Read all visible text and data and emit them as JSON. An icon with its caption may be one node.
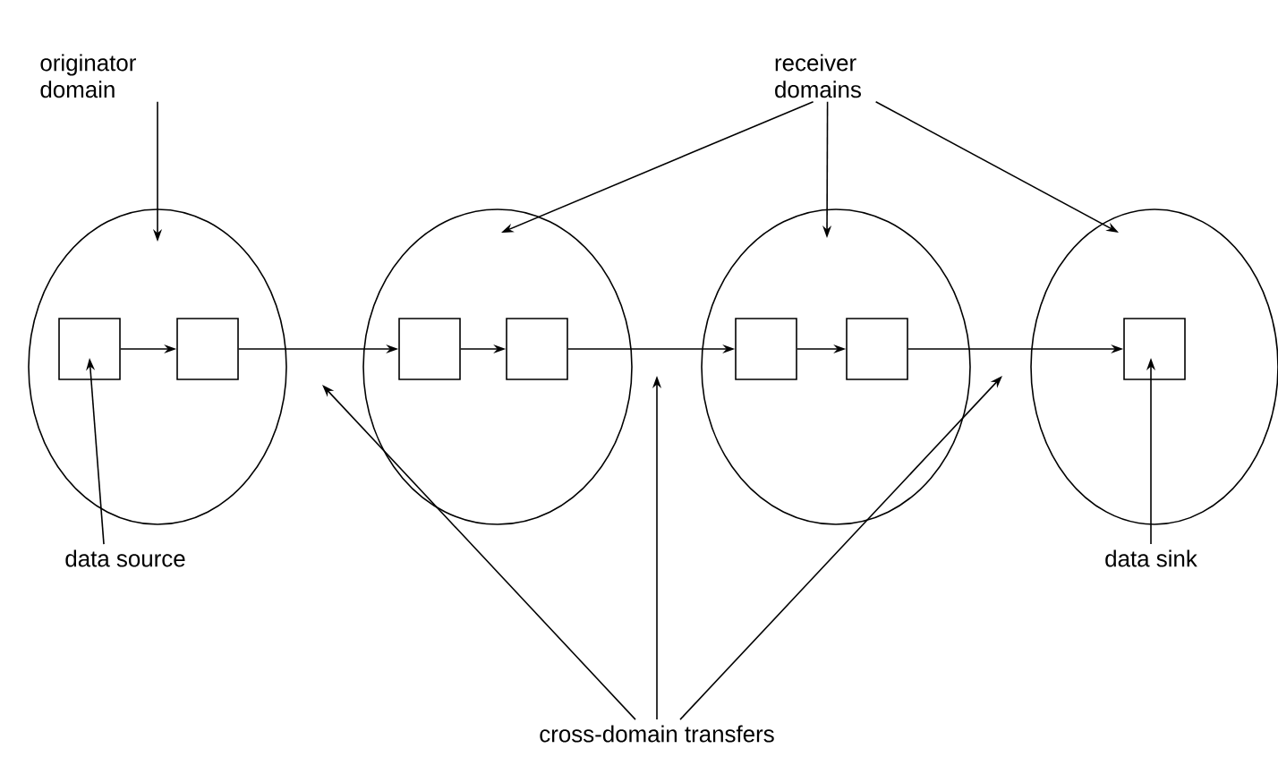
{
  "diagram": {
    "nodes": [
      {
        "text": [
          "originator domain"
        ]
      },
      {
        "text": [
          "receiver domains"
        ]
      },
      {
        "text": [],
        "shape": "ellipse"
      },
      {
        "text": [],
        "shape": "ellipse"
      },
      {
        "text": [],
        "shape": "ellipse"
      },
      {
        "text": [],
        "shape": "ellipse"
      },
      {
        "text": [],
        "shape": "box",
        "in": 2
      },
      {
        "text": [],
        "shape": "box",
        "in": 2
      },
      {
        "text": [],
        "shape": "box",
        "in": 3
      },
      {
        "text": [],
        "shape": "box",
        "in": 3
      },
      {
        "text": [],
        "shape": "box",
        "in": 4
      },
      {
        "text": [],
        "shape": "box",
        "in": 4
      },
      {
        "text": [],
        "shape": "box",
        "in": 5
      },
      {
        "text": [
          "data source"
        ]
      },
      {
        "text": [
          "data sink"
        ]
      },
      {
        "text": [
          "cross-domain transfers"
        ]
      }
    ],
    "edges": [
      {
        "from": 0,
        "to": 2,
        "arrow": "to"
      },
      {
        "from": 1,
        "to": 3,
        "arrow": "to"
      },
      {
        "from": 1,
        "to": 4,
        "arrow": "to"
      },
      {
        "from": 1,
        "to": 5,
        "arrow": "to"
      },
      {
        "from": 6,
        "to": 7,
        "arrow": "to"
      },
      {
        "from": 7,
        "to": 8,
        "arrow": "to"
      },
      {
        "from": 8,
        "to": 9,
        "arrow": "to"
      },
      {
        "from": 9,
        "to": 10,
        "arrow": "to"
      },
      {
        "from": 10,
        "to": 11,
        "arrow": "to"
      },
      {
        "from": 11,
        "to": 12,
        "arrow": "to"
      },
      {
        "from": 13,
        "to": 6,
        "arrow": "to"
      },
      {
        "from": 14,
        "to": 12,
        "arrow": "to"
      },
      {
        "from": 15,
        "to": null,
        "arrow": "to"
      },
      {
        "from": 15,
        "to": null,
        "arrow": "to"
      },
      {
        "from": 15,
        "to": null,
        "arrow": "to"
      }
    ]
  }
}
